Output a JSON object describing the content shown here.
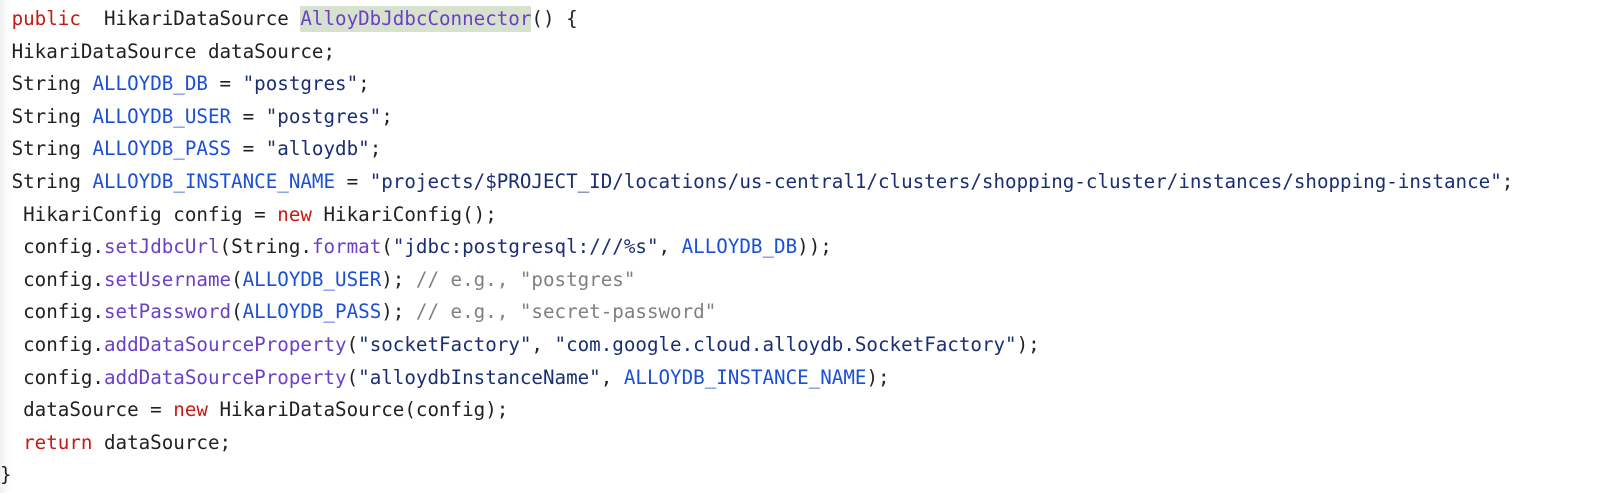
{
  "editor": {
    "language": "java",
    "background_color": "#ffffff",
    "highlight_color": "#d6e2cd",
    "colors": {
      "plain": "#202124",
      "keyword": "#c41a16",
      "constant": "#1a4fd6",
      "method": "#6b40c4",
      "string": "#1a2e72",
      "comment": "#808080"
    }
  },
  "code": {
    "line_count": 15,
    "lines": [
      {
        "id": "line-1",
        "indent": " ",
        "tokens": [
          {
            "text": "public",
            "kind": "keyword"
          },
          {
            "text": "  ",
            "kind": "plain"
          },
          {
            "text": "HikariDataSource ",
            "kind": "plain"
          },
          {
            "text": "AlloyDbJdbcConnector",
            "kind": "highlighted-method"
          },
          {
            "text": "() {",
            "kind": "plain"
          }
        ]
      },
      {
        "id": "line-2",
        "indent": " ",
        "tokens": [
          {
            "text": "HikariDataSource dataSource;",
            "kind": "plain"
          }
        ]
      },
      {
        "id": "line-3",
        "indent": " ",
        "tokens": [
          {
            "text": "String ",
            "kind": "plain"
          },
          {
            "text": "ALLOYDB_DB",
            "kind": "constant"
          },
          {
            "text": " = ",
            "kind": "plain"
          },
          {
            "text": "\"postgres\"",
            "kind": "string"
          },
          {
            "text": ";",
            "kind": "plain"
          }
        ]
      },
      {
        "id": "line-4",
        "indent": " ",
        "tokens": [
          {
            "text": "String ",
            "kind": "plain"
          },
          {
            "text": "ALLOYDB_USER",
            "kind": "constant"
          },
          {
            "text": " = ",
            "kind": "plain"
          },
          {
            "text": "\"postgres\"",
            "kind": "string"
          },
          {
            "text": ";",
            "kind": "plain"
          }
        ]
      },
      {
        "id": "line-5",
        "indent": " ",
        "tokens": [
          {
            "text": "String ",
            "kind": "plain"
          },
          {
            "text": "ALLOYDB_PASS",
            "kind": "constant"
          },
          {
            "text": " = ",
            "kind": "plain"
          },
          {
            "text": "\"alloydb\"",
            "kind": "string"
          },
          {
            "text": ";",
            "kind": "plain"
          }
        ]
      },
      {
        "id": "line-6",
        "indent": " ",
        "tokens": [
          {
            "text": "String ",
            "kind": "plain"
          },
          {
            "text": "ALLOYDB_INSTANCE_NAME",
            "kind": "constant"
          },
          {
            "text": " = ",
            "kind": "plain"
          },
          {
            "text": "\"projects/$PROJECT_ID/locations/us-central1/clusters/shopping-cluster/instances/shopping-instance\"",
            "kind": "string"
          },
          {
            "text": ";",
            "kind": "plain"
          }
        ]
      },
      {
        "id": "line-7",
        "indent": "  ",
        "tokens": [
          {
            "text": "HikariConfig config = ",
            "kind": "plain"
          },
          {
            "text": "new",
            "kind": "keyword"
          },
          {
            "text": " HikariConfig();",
            "kind": "plain"
          }
        ]
      },
      {
        "id": "line-8",
        "indent": "  ",
        "tokens": [
          {
            "text": "config.",
            "kind": "plain"
          },
          {
            "text": "setJdbcUrl",
            "kind": "method"
          },
          {
            "text": "(String.",
            "kind": "plain"
          },
          {
            "text": "format",
            "kind": "method"
          },
          {
            "text": "(",
            "kind": "plain"
          },
          {
            "text": "\"jdbc:postgresql:///%s\"",
            "kind": "string"
          },
          {
            "text": ", ",
            "kind": "plain"
          },
          {
            "text": "ALLOYDB_DB",
            "kind": "constant"
          },
          {
            "text": "));",
            "kind": "plain"
          }
        ]
      },
      {
        "id": "line-9",
        "indent": "  ",
        "tokens": [
          {
            "text": "config.",
            "kind": "plain"
          },
          {
            "text": "setUsername",
            "kind": "method"
          },
          {
            "text": "(",
            "kind": "plain"
          },
          {
            "text": "ALLOYDB_USER",
            "kind": "constant"
          },
          {
            "text": "); ",
            "kind": "plain"
          },
          {
            "text": "// e.g., \"postgres\"",
            "kind": "comment"
          }
        ]
      },
      {
        "id": "line-10",
        "indent": "  ",
        "tokens": [
          {
            "text": "config.",
            "kind": "plain"
          },
          {
            "text": "setPassword",
            "kind": "method"
          },
          {
            "text": "(",
            "kind": "plain"
          },
          {
            "text": "ALLOYDB_PASS",
            "kind": "constant"
          },
          {
            "text": "); ",
            "kind": "plain"
          },
          {
            "text": "// e.g., \"secret-password\"",
            "kind": "comment"
          }
        ]
      },
      {
        "id": "line-11",
        "indent": "  ",
        "tokens": [
          {
            "text": "config.",
            "kind": "plain"
          },
          {
            "text": "addDataSourceProperty",
            "kind": "method"
          },
          {
            "text": "(",
            "kind": "plain"
          },
          {
            "text": "\"socketFactory\"",
            "kind": "string"
          },
          {
            "text": ", ",
            "kind": "plain"
          },
          {
            "text": "\"com.google.cloud.alloydb.SocketFactory\"",
            "kind": "string"
          },
          {
            "text": ");",
            "kind": "plain"
          }
        ]
      },
      {
        "id": "line-12",
        "indent": "  ",
        "tokens": [
          {
            "text": "config.",
            "kind": "plain"
          },
          {
            "text": "addDataSourceProperty",
            "kind": "method"
          },
          {
            "text": "(",
            "kind": "plain"
          },
          {
            "text": "\"alloydbInstanceName\"",
            "kind": "string"
          },
          {
            "text": ", ",
            "kind": "plain"
          },
          {
            "text": "ALLOYDB_INSTANCE_NAME",
            "kind": "constant"
          },
          {
            "text": ");",
            "kind": "plain"
          }
        ]
      },
      {
        "id": "line-13",
        "indent": "  ",
        "tokens": [
          {
            "text": "dataSource = ",
            "kind": "plain"
          },
          {
            "text": "new",
            "kind": "keyword"
          },
          {
            "text": " HikariDataSource(config);",
            "kind": "plain"
          }
        ]
      },
      {
        "id": "line-14",
        "indent": "  ",
        "tokens": [
          {
            "text": "return",
            "kind": "keyword"
          },
          {
            "text": " dataSource;",
            "kind": "plain"
          }
        ]
      },
      {
        "id": "line-15",
        "indent": "",
        "tokens": [
          {
            "text": "}",
            "kind": "plain"
          }
        ]
      }
    ]
  }
}
